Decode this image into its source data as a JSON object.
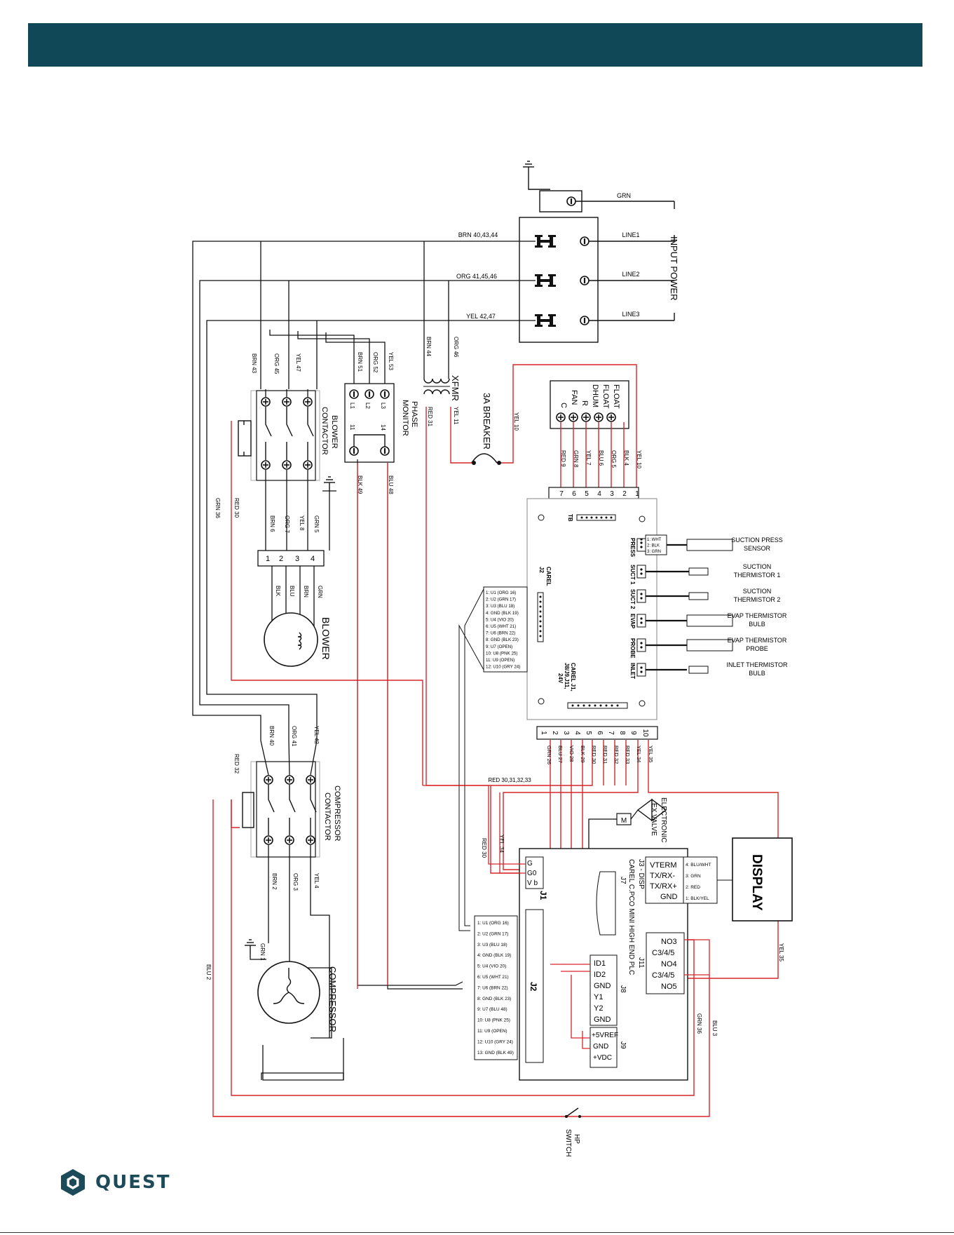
{
  "colors": {
    "header": "#114857",
    "wire_red": "#d6262a",
    "wire_black": "#111111",
    "brand": "#1d4a58"
  },
  "brand": {
    "name": "QUEST",
    "logo_icon": "hexagon-logo-icon"
  },
  "input": {
    "title": "INPUT POWER",
    "lines": [
      "LINE1",
      "LINE2",
      "LINE3"
    ],
    "ground": "GRN",
    "wires": [
      "BRN 40,43,44",
      "ORG 41,45,46",
      "YEL 42,47"
    ]
  },
  "blower_contactor": {
    "title1": "BLOWER",
    "title2": "CONTACTOR",
    "in_wires": [
      "BRN 43",
      "ORG 45",
      "YEL 47"
    ],
    "out_wires": [
      "BRN 6",
      "ORG 7",
      "YEL 8",
      "GRN 5"
    ]
  },
  "blower": {
    "title": "BLOWER",
    "terminals": [
      "1",
      "2",
      "3",
      "4"
    ],
    "wires": [
      "BLK",
      "BLU",
      "BRN",
      "GRN"
    ]
  },
  "phase_monitor": {
    "title1": "PHASE",
    "title2": "MONITOR",
    "terms": [
      "L1",
      "L2",
      "L3",
      "11",
      "14"
    ],
    "in_wires": [
      "BRN 51",
      "ORG 52",
      "YEL 53"
    ],
    "out_wires": [
      "BLK 49",
      "BLU 48"
    ]
  },
  "xfmr": {
    "title": "XFMR",
    "in_wires": [
      "BRN 44",
      "ORG 46"
    ],
    "out_wires": [
      "RED 31",
      "YEL 11"
    ]
  },
  "breaker": {
    "title": "3A BREAKER",
    "wire": "YEL 10"
  },
  "float_block": {
    "labels": [
      "FLOAT",
      "FLOAT",
      "DHUM",
      "R",
      "FAN",
      "C"
    ],
    "wires": [
      "YEL 10",
      "BLK 4",
      "ORG 5",
      "BLU 6",
      "YEL 7",
      "GRN 8",
      "RED 9"
    ]
  },
  "board": {
    "tb": "TB",
    "top_terms": [
      "1",
      "2",
      "3",
      "4",
      "5",
      "6",
      "7"
    ],
    "carel_j2": [
      "CAREL",
      "J2"
    ],
    "carel_j1": [
      "CAREL J1,",
      "J8/J9,J11,",
      "24V"
    ],
    "j2_list": [
      "1: U1 (ORG 16)",
      "2: U2 (GRN 17)",
      "3: U3 (BLU 18)",
      "4: GND (BLK 19)",
      "5: U4 (VIO 20)",
      "6: U5 (WHT 21)",
      "7: U6 (BRN 22)",
      "8: GND (BLK 23)",
      "9: U7 (OPEN)",
      "10: U8 (PNK 25)",
      "11: U9 (OPEN)",
      "12: U10 (GRY 24)"
    ],
    "bottom_terms": [
      "1",
      "2",
      "3",
      "4",
      "5",
      "6",
      "7",
      "8",
      "9",
      "10"
    ],
    "bottom_wires": [
      "GRN 26",
      "BLU 27",
      "VIO 28",
      "BLK 29",
      "RED 30",
      "RED 31",
      "RED 32",
      "RED 33",
      "YEL 34",
      "YEL 35"
    ]
  },
  "sensors": [
    {
      "conn": "PRESS",
      "pins": [
        "1: WHT",
        "2: BLK",
        "3: GRN"
      ],
      "label": [
        "SUCTION PRESS",
        "SENSOR"
      ]
    },
    {
      "conn": "SUCT 1",
      "label": [
        "SUCTION",
        "THERMISTOR 1"
      ]
    },
    {
      "conn": "SUCT 2",
      "label": [
        "SUCTION",
        "THERMISTOR 2"
      ]
    },
    {
      "conn": "EVAP",
      "label": [
        "EVAP THERMISTOR",
        "BULB"
      ]
    },
    {
      "conn": "PROBE",
      "label": [
        "EVAP THERMISTOR",
        "PROBE"
      ]
    },
    {
      "conn": "INLET",
      "label": [
        "INLET THERMISTOR",
        "BULB"
      ]
    }
  ],
  "compressor_contactor": {
    "title1": "COMPRESSOR",
    "title2": "CONTACTOR",
    "in_wires": [
      "BRN 40",
      "ORG 41",
      "YEL 42"
    ],
    "out_wires": [
      "BRN 2",
      "ORG 3",
      "YEL 4"
    ]
  },
  "compressor": {
    "title": "COMPRESSOR",
    "ground_wire": "GRN 1"
  },
  "misc_wires": {
    "red32": "RED 32",
    "red30_left": "RED 30",
    "grn36_left": "GRN 36",
    "blu2": "BLU 2",
    "red_bus": "RED 30,31,32,33",
    "red30": "RED 30",
    "yel34": "YEL 34",
    "yel35": "YEL 35",
    "grn36": "GRN 36",
    "blu3": "BLU 3"
  },
  "exv": {
    "title1": "ELECTRONIC",
    "title2": "EX VALVE",
    "motor": "M"
  },
  "plc": {
    "title": "CAREL C.PCO MINI HIGH END PLC",
    "j1": "J1",
    "j1_terms": [
      "G",
      "G0",
      "V b"
    ],
    "j2": "J2",
    "j2_list": [
      "1: U1 (ORG 16)",
      "2: U2 (GRN 17)",
      "3: U3 (BLU 18)",
      "4: GND (BLK 19)",
      "5: U4 (VIO 20)",
      "6: U5 (WHT 21)",
      "7: U6 (BRN 22)",
      "8: GND (BLK 23)",
      "9: U7 (BLU 48)",
      "10: U8 (PNK 25)",
      "11: U9 (OPEN)",
      "12: U10 (GRY 24)",
      "13: GND (BLK 49)"
    ],
    "j3": "J3 - DISP",
    "j3_terms": [
      "VTERM",
      "TX/RX-",
      "TX/RX+",
      "GND"
    ],
    "j3_wires": [
      "4: BLU/WHT",
      "3: GRN",
      "2: RED",
      "1: BLK/YEL"
    ],
    "j7": "J7",
    "j8": "J8",
    "j8_terms": [
      "ID1",
      "ID2",
      "GND",
      "Y1",
      "Y2",
      "GND"
    ],
    "j9": "J9",
    "j9_terms": [
      "+5VREF",
      "GND",
      "+VDC"
    ],
    "j11": "J11",
    "j11_terms": [
      "NO3",
      "C3/4/5",
      "NO4",
      "C3/4/5",
      "NO5"
    ]
  },
  "display": {
    "title": "DISPLAY"
  },
  "hp_switch": {
    "line1": "HP",
    "line2": "SWITCH"
  }
}
